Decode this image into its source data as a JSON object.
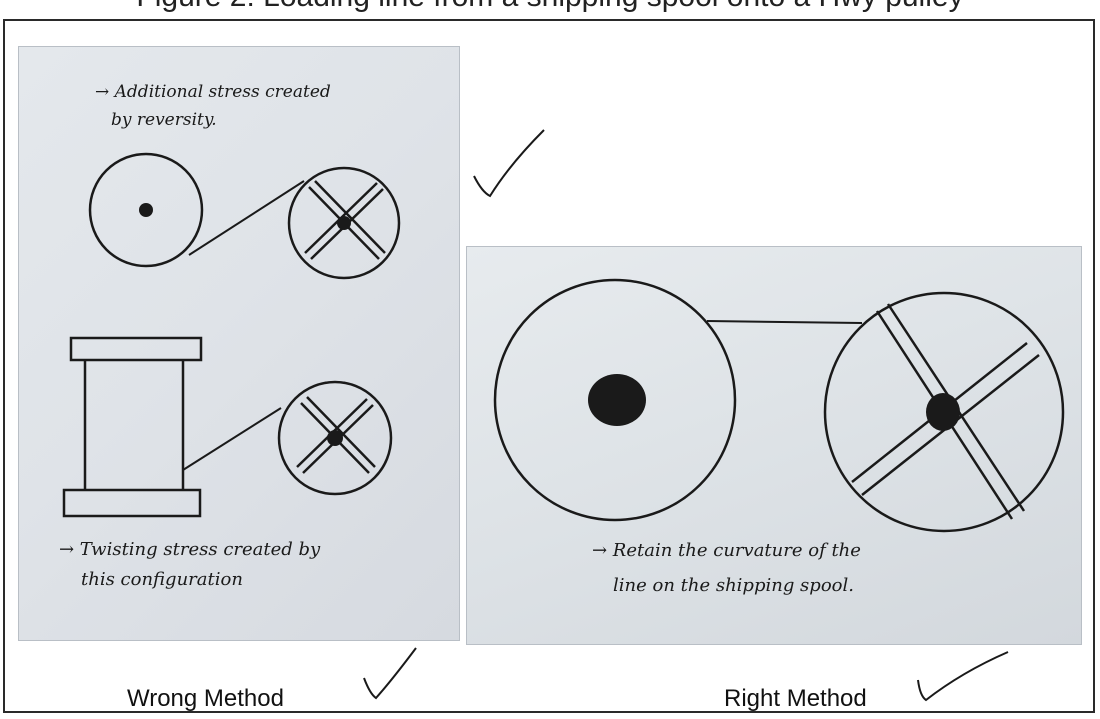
{
  "header": {
    "caption": "Figure 2: Loading line from a shipping spool onto a Hwy pulley"
  },
  "wrong_method": {
    "note_top_line1": "→ Additional stress created",
    "note_top_line2": "by reversity.",
    "note_bottom_line1": "→ Twisting stress created by",
    "note_bottom_line2": "this configuration",
    "label": "Wrong Method"
  },
  "right_method": {
    "note_line1": "→ Retain the curvature of the",
    "note_line2": "line on the shipping spool.",
    "label": "Right Method"
  },
  "icons": [
    "checkmark-icon",
    "spool-diagram",
    "pulley-diagram"
  ],
  "colors": {
    "ink": "#1a1a1a",
    "paper": "#dfe3e8",
    "frame": "#2a2a2a"
  }
}
